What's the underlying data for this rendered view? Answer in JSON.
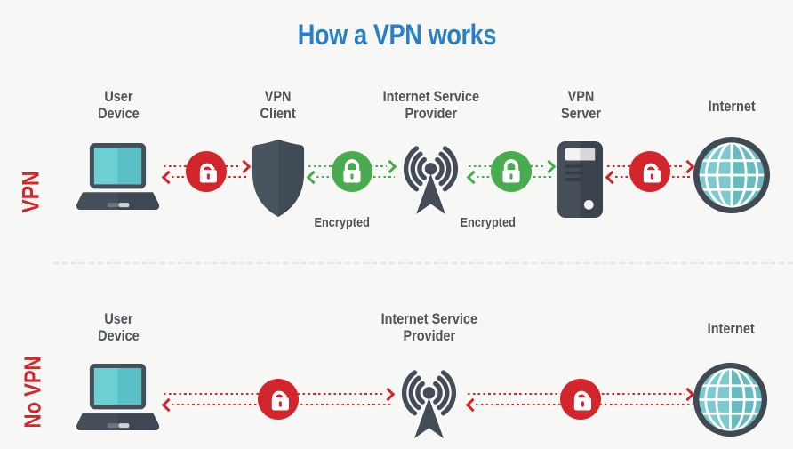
{
  "title": "How a VPN works",
  "palette": {
    "title_blue": "#2a80c4",
    "label_gray": "#4d545c",
    "alert_red": "#d2262c",
    "secure_green": "#48ac4e",
    "icon_slate": "#454e59",
    "screen_teal": "#6dced4"
  },
  "vpn_row": {
    "side_label": "VPN",
    "nodes": [
      {
        "icon": "laptop-icon",
        "line1": "User",
        "line2": "Device"
      },
      {
        "icon": "shield-icon",
        "line1": "VPN",
        "line2": "Client"
      },
      {
        "icon": "antenna-icon",
        "line1": "Internet Service",
        "line2": "Provider"
      },
      {
        "icon": "server-icon",
        "line1": "VPN",
        "line2": "Server"
      },
      {
        "icon": "globe-icon",
        "line1": "Internet",
        "line2": ""
      }
    ],
    "connections": [
      {
        "from": "User Device",
        "to": "VPN Client",
        "status": "unencrypted",
        "lock": "open-red",
        "label": ""
      },
      {
        "from": "VPN Client",
        "to": "Internet Service Provider",
        "status": "encrypted",
        "lock": "closed-green",
        "label": "Encrypted"
      },
      {
        "from": "Internet Service Provider",
        "to": "VPN Server",
        "status": "encrypted",
        "lock": "closed-green",
        "label": "Encrypted"
      },
      {
        "from": "VPN Server",
        "to": "Internet",
        "status": "unencrypted",
        "lock": "open-red",
        "label": ""
      }
    ]
  },
  "no_vpn_row": {
    "side_label": "No VPN",
    "nodes": [
      {
        "icon": "laptop-icon",
        "line1": "User",
        "line2": "Device"
      },
      {
        "icon": "antenna-icon",
        "line1": "Internet Service",
        "line2": "Provider"
      },
      {
        "icon": "globe-icon",
        "line1": "Internet",
        "line2": ""
      }
    ],
    "connections": [
      {
        "from": "User Device",
        "to": "Internet Service Provider",
        "status": "unencrypted",
        "lock": "open-red",
        "label": ""
      },
      {
        "from": "Internet Service Provider",
        "to": "Internet",
        "status": "unencrypted",
        "lock": "open-red",
        "label": ""
      }
    ]
  }
}
